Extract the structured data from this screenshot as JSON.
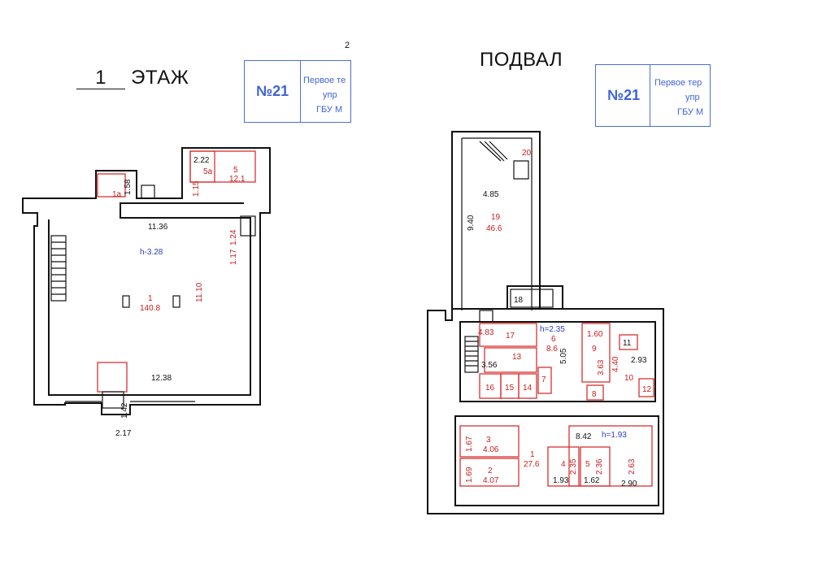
{
  "floor1": {
    "floor_number": "1",
    "floor_word": "ЭТАЖ",
    "stamp": {
      "number": "№21",
      "line1": "Первое те",
      "line2": "упр",
      "line3": "ГБУ М"
    },
    "labels": {
      "dim_2_22": "2.22",
      "room_5a": "5а",
      "room_5": "5",
      "area_12_1": "12.1",
      "dim_1_15": "1.15",
      "dim_1_58": "1.58",
      "room_1a": "1а",
      "dim_11_36": "11.36",
      "height": "h-3.28",
      "dim_1_24": "1.24",
      "dim_1_17": "1.17",
      "room_1": "1",
      "area_140_8": "140.8",
      "dim_11_10": "11.10",
      "dim_12_38": "12.38",
      "dim_1_42": "1.42",
      "dim_2_17": "2.17",
      "corner_mark": "2"
    }
  },
  "basement": {
    "title": "ПОДВАЛ",
    "stamp": {
      "number": "№21",
      "line1": "Первое тер",
      "line2": "упр",
      "line3": "ГБУ М"
    },
    "labels": {
      "room_20": "20",
      "dim_4_85": "4.85",
      "dim_9_40": "9.40",
      "room_19": "19",
      "area_46_6": "46.6",
      "room_18": "18",
      "dim_4_83": "4.83",
      "room_17": "17",
      "height_a": "h=2.35",
      "room_6": "6",
      "area_8_6": "8.6",
      "dim_5_05": "5.05",
      "dim_1_60": "1.60",
      "room_9": "9",
      "room_11": "11",
      "dim_3_63": "3.63",
      "dim_4_40": "4.40",
      "room_10": "10",
      "dim_2_93": "2.93",
      "room_13": "13",
      "dim_3_56": "3.56",
      "room_16": "16",
      "room_15": "15",
      "room_14": "14",
      "room_7": "7",
      "room_8": "8",
      "room_12": "12",
      "dim_8_42": "8.42",
      "height_b": "h=1.93",
      "dim_1_67": "1.67",
      "room_3": "3",
      "area_4_06": "4.06",
      "room_1": "1",
      "area_27_6": "27.6",
      "room_4": "4",
      "dim_2_35": "2.35",
      "room_5": "5",
      "dim_2_36": "2.36",
      "dim_2_63": "2.63",
      "dim_1_69": "1.69",
      "room_2": "2",
      "area_4_07": "4.07",
      "dim_1_93": "1.93",
      "dim_1_62": "1.62",
      "dim_2_90": "2.90"
    }
  }
}
